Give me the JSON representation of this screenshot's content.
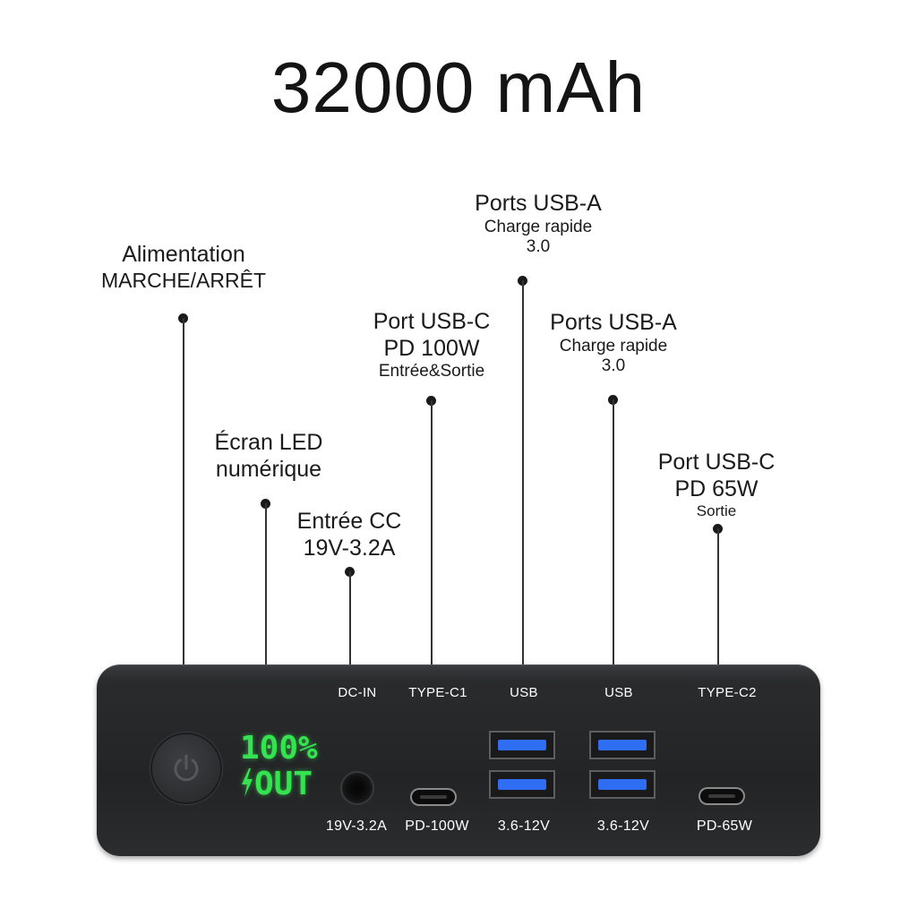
{
  "title": "32000 mAh",
  "callouts": {
    "power": {
      "main": "Alimentation",
      "sub": "MARCHE/ARRÊT"
    },
    "screen": {
      "line1": "Écran LED",
      "line2": "numérique"
    },
    "dc_in": {
      "line1": "Entrée CC",
      "line2": "19V-3.2A"
    },
    "type_c1": {
      "line1": "Port USB-C",
      "line2": "PD 100W",
      "sub": "Entrée&Sortie"
    },
    "usb_a_1": {
      "main": "Ports USB-A",
      "sub1": "Charge rapide",
      "sub2": "3.0"
    },
    "usb_a_2": {
      "main": "Ports USB-A",
      "sub1": "Charge rapide",
      "sub2": "3.0"
    },
    "type_c2": {
      "line1": "Port USB-C",
      "line2": "PD 65W",
      "sub": "Sortie"
    }
  },
  "device": {
    "port_labels": {
      "dc_in": "DC-IN",
      "type_c1": "TYPE-C1",
      "usb1": "USB",
      "usb2": "USB",
      "type_c2": "TYPE-C2"
    },
    "spec_labels": {
      "dc_in": "19V-3.2A",
      "type_c1": "PD-100W",
      "usb1": "3.6-12V",
      "usb2": "3.6-12V",
      "type_c2": "PD-65W"
    },
    "led_display": {
      "line1": "100%",
      "line2": "OUT"
    },
    "icons": [
      "power-icon",
      "lightning-icon"
    ],
    "colors": {
      "led": "#34e34f",
      "usb_a": "#2f6df2",
      "body": "#232426"
    }
  }
}
